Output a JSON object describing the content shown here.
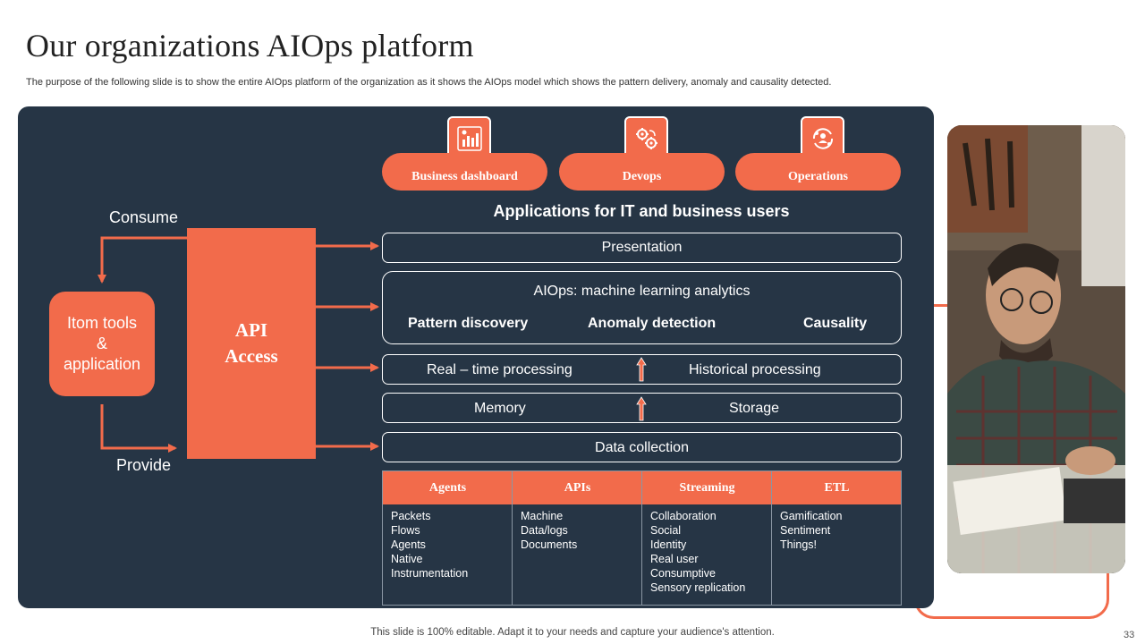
{
  "header": {
    "title": "Our organizations AIOps platform",
    "subtitle": "The purpose of the following slide is to show the entire AIOps platform of the organization as it shows the AIOps model which shows the pattern delivery, anomaly and causality detected."
  },
  "left": {
    "consume": "Consume",
    "provide": "Provide",
    "itom": [
      "Itom tools",
      "&",
      "application"
    ],
    "api": [
      "API",
      "Access"
    ]
  },
  "categories": [
    {
      "label": "Business dashboard",
      "icon": "bar-chart-icon"
    },
    {
      "label": "Devops",
      "icon": "gears-icon"
    },
    {
      "label": "Operations",
      "icon": "cycle-people-icon"
    }
  ],
  "apps_title": "Applications for IT and business users",
  "layers": {
    "presentation": "Presentation",
    "analytics_title": "AIOps: machine learning analytics",
    "analytics_items": [
      "Pattern discovery",
      "Anomaly detection",
      "Causality"
    ],
    "processing": [
      "Real – time processing",
      "Historical processing"
    ],
    "storage": [
      "Memory",
      "Storage"
    ],
    "collection": "Data collection"
  },
  "table": {
    "headers": [
      "Agents",
      "APIs",
      "Streaming",
      "ETL"
    ],
    "columns": [
      [
        "Packets",
        "Flows",
        "Agents",
        "Native",
        "Instrumentation"
      ],
      [
        "Machine",
        "Data/logs",
        "Documents"
      ],
      [
        "Collaboration",
        "Social",
        "Identity",
        "Real user",
        "Consumptive",
        "Sensory replication"
      ],
      [
        "Gamification",
        "Sentiment",
        "Things!"
      ]
    ]
  },
  "footer": {
    "note": "This slide is 100% editable. Adapt it to your needs and capture your audience's attention.",
    "page": "33"
  },
  "colors": {
    "accent": "#f26b4b",
    "panel": "#263545"
  }
}
